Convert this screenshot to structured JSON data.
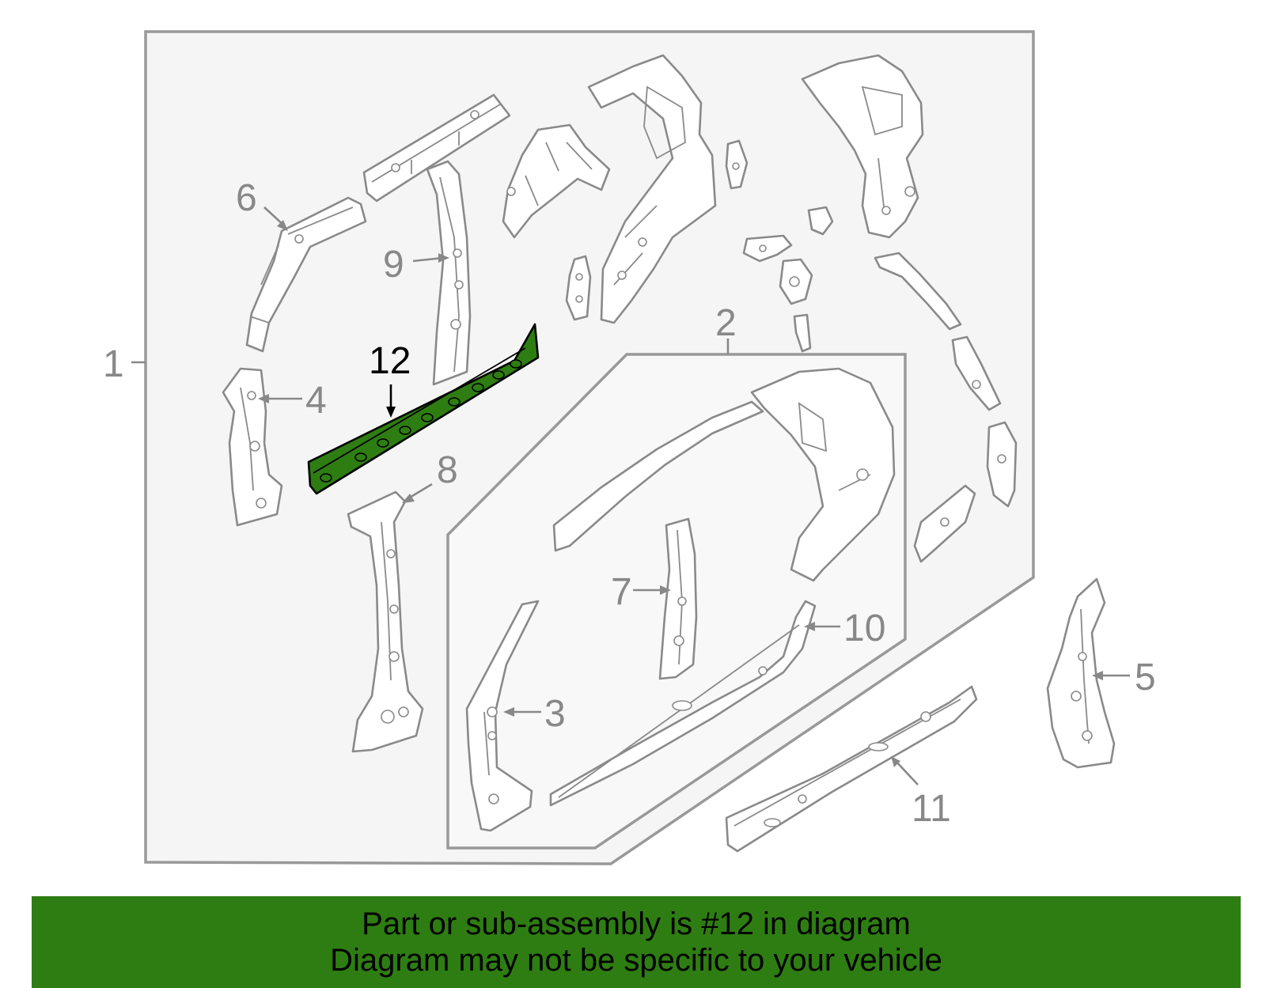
{
  "diagram": {
    "callouts": {
      "n1": "1",
      "n2": "2",
      "n3": "3",
      "n4": "4",
      "n5": "5",
      "n6": "6",
      "n7": "7",
      "n8": "8",
      "n9": "9",
      "n10": "10",
      "n11": "11",
      "n12": "12"
    },
    "highlight_color": "#2e7d12"
  },
  "banner": {
    "line1": "Part or sub-assembly is #12 in diagram",
    "line2": "Diagram may not be specific to your vehicle",
    "background": "#2e7d12"
  }
}
